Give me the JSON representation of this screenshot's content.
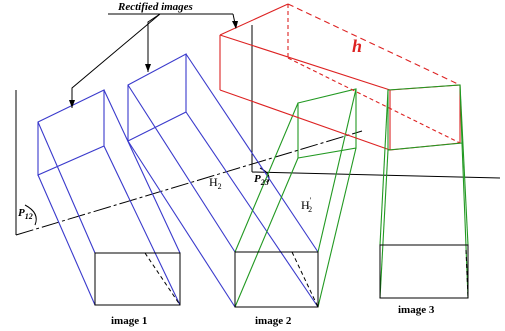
{
  "diagram": {
    "title": "Rectified images",
    "image_labels": [
      "image 1",
      "image 2",
      "image 3"
    ],
    "homography_h2": {
      "letter": "H",
      "sub": "2"
    },
    "homography_h2_prime": {
      "letter": "H",
      "sub": "2",
      "prime": "'"
    },
    "plane_p12": {
      "letter": "P",
      "sub": "12"
    },
    "plane_p23": {
      "letter": "P",
      "sub": "23"
    },
    "h_label": "h",
    "colors": {
      "blue": "#3a3acc",
      "green": "#229922",
      "red": "#dd2222",
      "black": "#000000"
    }
  }
}
